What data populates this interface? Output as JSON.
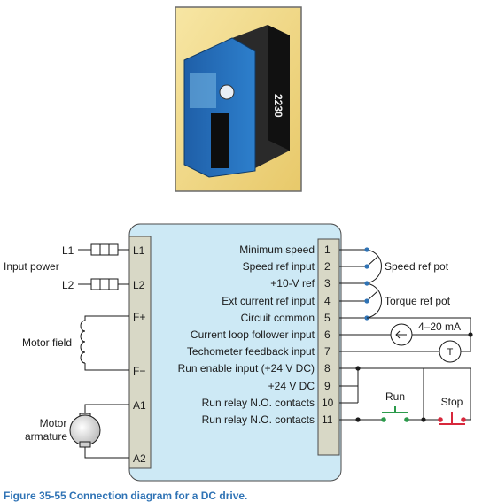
{
  "product": {
    "model_label": "2230"
  },
  "drive_terminals": [
    {
      "code": "L1"
    },
    {
      "code": "L2"
    },
    {
      "code": "F+"
    },
    {
      "code": "F−"
    },
    {
      "code": "A1"
    },
    {
      "code": "A2"
    }
  ],
  "control_terminals": [
    {
      "number": "1",
      "label": "Minimum speed"
    },
    {
      "number": "2",
      "label": "Speed ref input"
    },
    {
      "number": "3",
      "label": "+10-V ref"
    },
    {
      "number": "4",
      "label": "Ext current ref input"
    },
    {
      "number": "5",
      "label": "Circuit common"
    },
    {
      "number": "6",
      "label": "Current loop follower input"
    },
    {
      "number": "7",
      "label": "Techometer feedback input"
    },
    {
      "number": "8",
      "label": "Run enable input (+24 V DC)"
    },
    {
      "number": "9",
      "label": "+24 V DC"
    },
    {
      "number": "10",
      "label": "Run relay N.O. contacts"
    },
    {
      "number": "11",
      "label": "Run relay N.O. contacts"
    }
  ],
  "labels": {
    "input_power": "Input power",
    "line1": "L1",
    "line2": "L2",
    "motor_field": "Motor field",
    "motor_armature_line1": "Motor",
    "motor_armature_line2": "armature",
    "speed_ref_pot": "Speed ref pot",
    "torque_ref_pot": "Torque ref pot",
    "current_loop": "4–20 mA",
    "tachometer_symbol": "T",
    "run_button": "Run",
    "stop_button": "Stop"
  },
  "caption": "Figure 35-55  Connection diagram for a DC drive.",
  "colors": {
    "drive_panel": "#cde9f5",
    "terminal_strip": "#d8d8c6",
    "photo_background": "#f2dc8e",
    "wire": "#1a1a1a",
    "terminal_dot": "#2f73b5",
    "run_contact": "#2a9a4a",
    "stop_contact": "#d8283c",
    "caption": "#2f73b5"
  }
}
